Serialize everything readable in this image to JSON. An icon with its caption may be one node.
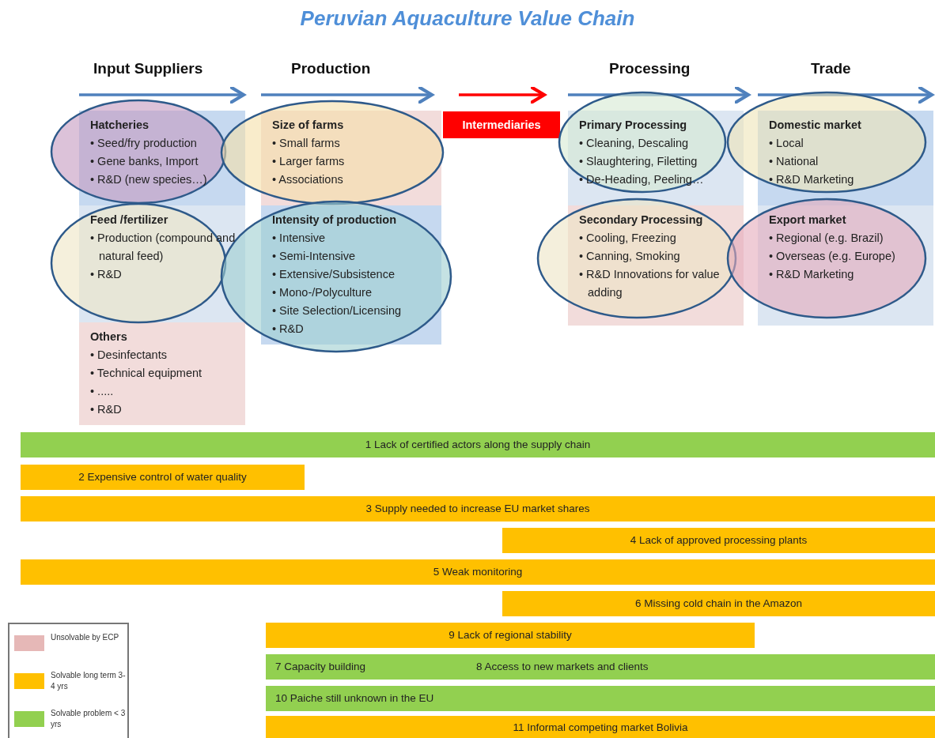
{
  "diagram": {
    "title": "Peruvian Aquaculture Value Chain",
    "nodes": [
      {
        "text": [
          "Hatcheries",
          "• Seed/fry production",
          "• Gene banks, Import",
          "• R&D (new species…)"
        ]
      },
      {
        "text": [
          "Feed /fertilizer",
          "• Production (compound and natural feed)",
          "• R&D"
        ]
      },
      {
        "text": [
          "Others",
          "• Desinfectants",
          "• Technical equipment",
          "• .....",
          "• R&D"
        ]
      },
      {
        "text": [
          "Size of farms",
          "• Small farms",
          "• Larger farms",
          "• Associations"
        ]
      },
      {
        "text": [
          "Intensity of production",
          "• Intensive",
          "• Semi-Intensive",
          "• Extensive/Subsistence",
          "• Mono-/Polyculture",
          "• Site Selection/Licensing",
          "• R&D"
        ]
      },
      {
        "text": [
          "Intermediaries"
        ]
      },
      {
        "text": [
          "Primary Processing",
          "• Cleaning, Descaling",
          "• Slaughtering, Filetting",
          "• De-Heading, Peeling…"
        ]
      },
      {
        "text": [
          "Secondary Processing",
          "• Cooling, Freezing",
          "• Canning, Smoking",
          "• R&D Innovations for value adding"
        ]
      },
      {
        "text": [
          "Domestic market",
          "• Local",
          "• National",
          "• R&D Marketing"
        ]
      },
      {
        "text": [
          "Export market",
          "• Regional (e.g. Brazil)",
          "• Overseas (e.g. Europe)",
          "• R&D Marketing"
        ]
      },
      {
        "text": [
          "1 Lack of certified actors along the supply chain"
        ]
      },
      {
        "text": [
          "2 Expensive control of water quality"
        ]
      },
      {
        "text": [
          "3 Supply needed to increase EU market shares"
        ]
      },
      {
        "text": [
          "4 Lack of approved processing plants"
        ]
      },
      {
        "text": [
          "5 Weak monitoring"
        ]
      },
      {
        "text": [
          "6 Missing cold chain in the Amazon"
        ]
      },
      {
        "text": [
          "9 Lack of regional stability"
        ]
      },
      {
        "text": [
          "7 Capacity building",
          "8 Access to new markets and clients"
        ]
      },
      {
        "text": [
          "10 Paiche still unknown in the EU"
        ]
      },
      {
        "text": [
          "11 Informal competing market Bolivia"
        ]
      }
    ],
    "labels": [
      "Input Suppliers",
      "Production",
      "Processing",
      "Trade"
    ],
    "legend": [
      {
        "text": "Unsolvable by ECP",
        "color": "#e6b8b7"
      },
      {
        "text": "Solvable long term 3-4 yrs",
        "color": "#ffc000"
      },
      {
        "text": "Solvable problem < 3 yrs",
        "color": "#92d050"
      }
    ]
  }
}
